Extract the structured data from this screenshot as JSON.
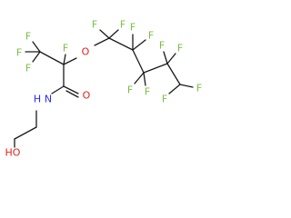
{
  "molecule": {
    "atoms": {
      "f1": "F",
      "f2": "F",
      "f3": "F",
      "f4": "F",
      "f5": "F",
      "f6": "F",
      "f7": "F",
      "f8": "F",
      "f9": "F",
      "f10": "F",
      "f11": "F",
      "f12": "F",
      "f13": "F",
      "f14": "F",
      "o_ether": "O",
      "o_carbonyl": "O",
      "n_amide": "N",
      "h_amide": "H",
      "oh_group": "HO"
    },
    "colors": {
      "fluorine": "#77c241",
      "oxygen": "#e0231a",
      "nitrogen": "#2a2aff",
      "carbon": "#1a1a1a"
    }
  }
}
